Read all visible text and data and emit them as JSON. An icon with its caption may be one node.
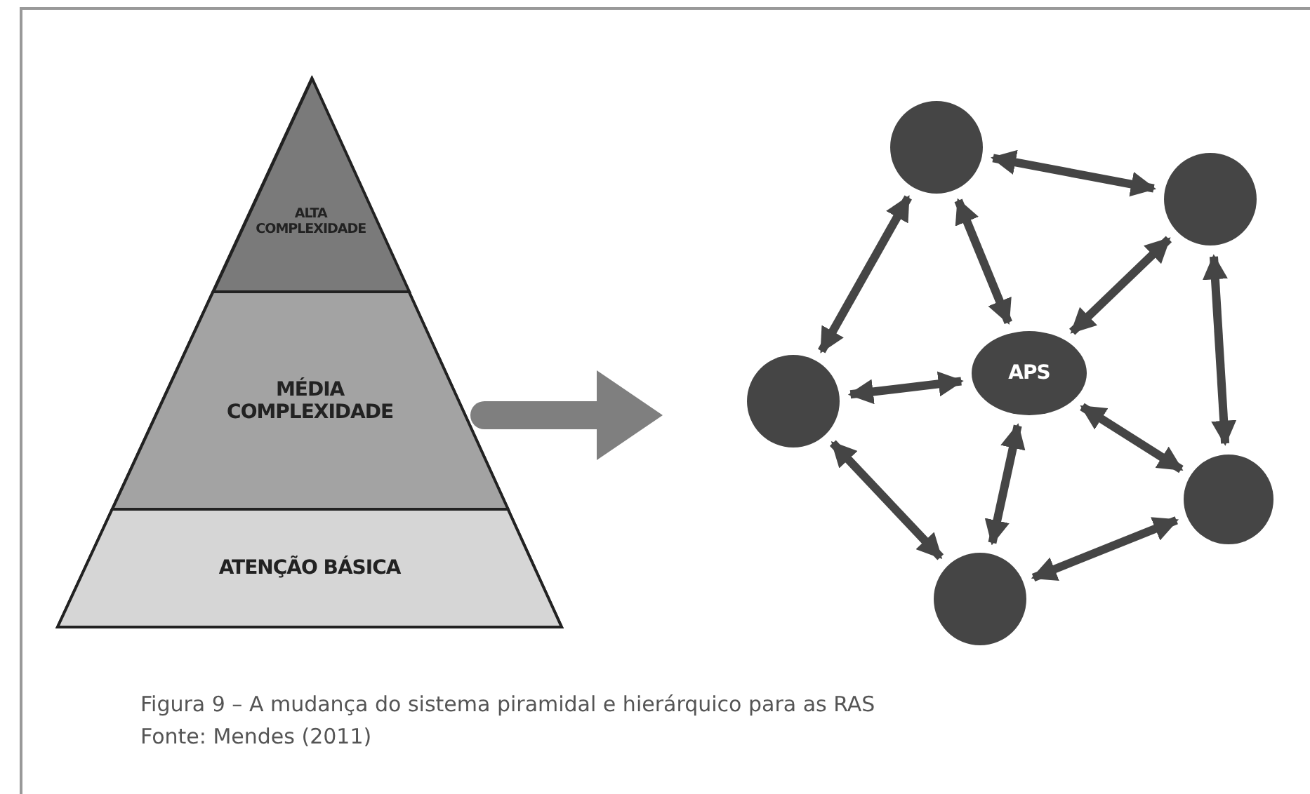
{
  "diagram": {
    "caption": "Figura 9 – A mudança do sistema piramidal e hierárquico para as RAS",
    "nodes": [
      {
        "text": [],
        "shape": "triangle"
      },
      {
        "text": [
          "ALTA COMPLEXIDADE"
        ],
        "in": 0
      },
      {
        "text": [
          "MÉDIA COMPLEXIDADE"
        ],
        "in": 0
      },
      {
        "text": [
          "ATENÇÃO BÁSICA"
        ],
        "in": 0
      },
      {
        "text": [],
        "shape": "circle"
      },
      {
        "text": [],
        "shape": "circle"
      },
      {
        "text": [],
        "shape": "circle"
      },
      {
        "text": [
          "APS"
        ]
      },
      {
        "text": [],
        "shape": "circle"
      },
      {
        "text": [],
        "shape": "circle"
      }
    ],
    "edges": [
      {
        "from": 0,
        "to": null,
        "arrow": "to",
        "style": "thick",
        "color": "#7f7f7f"
      },
      {
        "from": 4,
        "to": 6,
        "arrow": "both"
      },
      {
        "from": 4,
        "to": 7,
        "arrow": "both"
      },
      {
        "from": 4,
        "to": 5,
        "arrow": "both"
      },
      {
        "from": 5,
        "to": 7,
        "arrow": "both"
      },
      {
        "from": 5,
        "to": 8,
        "arrow": "both"
      },
      {
        "from": 6,
        "to": 7,
        "arrow": "both"
      },
      {
        "from": 7,
        "to": 8,
        "arrow": "both"
      },
      {
        "from": 6,
        "to": 9,
        "arrow": "both"
      },
      {
        "from": 7,
        "to": 9,
        "arrow": "both"
      },
      {
        "from": 9,
        "to": 8,
        "arrow": "both"
      }
    ],
    "labels": [
      "Fonte: Mendes (2011)"
    ]
  }
}
